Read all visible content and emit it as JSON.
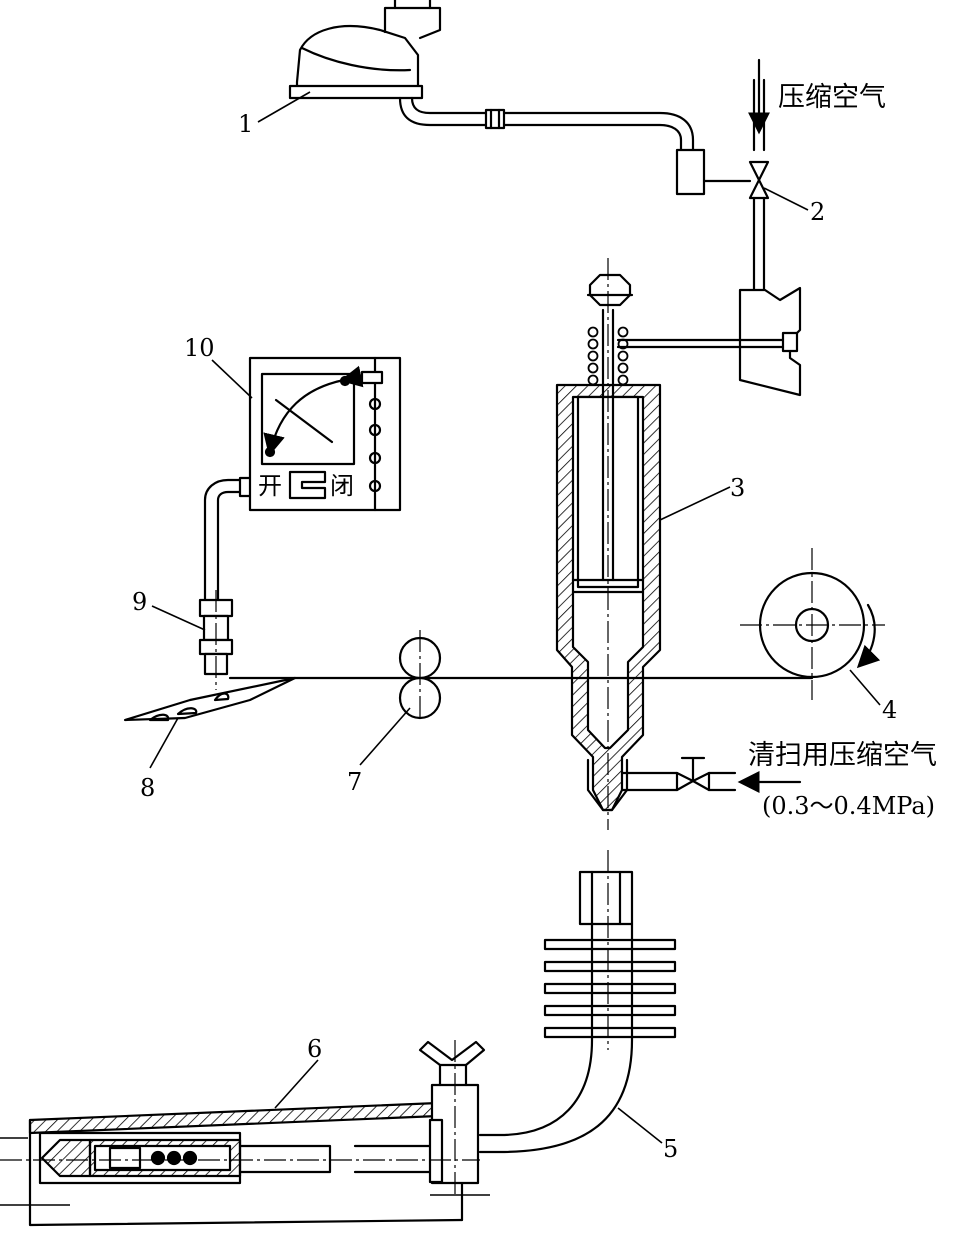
{
  "callouts": [
    {
      "id": "1",
      "text": "1"
    },
    {
      "id": "2",
      "text": "2"
    },
    {
      "id": "3",
      "text": "3"
    },
    {
      "id": "4",
      "text": "4"
    },
    {
      "id": "5",
      "text": "5"
    },
    {
      "id": "6",
      "text": "6"
    },
    {
      "id": "7",
      "text": "7"
    },
    {
      "id": "8",
      "text": "8"
    },
    {
      "id": "9",
      "text": "9"
    },
    {
      "id": "10",
      "text": "10"
    }
  ],
  "labels": {
    "compressed_air": "压缩空气",
    "purge_air": "清扫用压缩空气",
    "purge_pressure": "(0.3～0.4MPa)",
    "switch_open": "开",
    "switch_close": "闭"
  },
  "colors": {
    "ink": "#000000",
    "paper": "#ffffff"
  }
}
